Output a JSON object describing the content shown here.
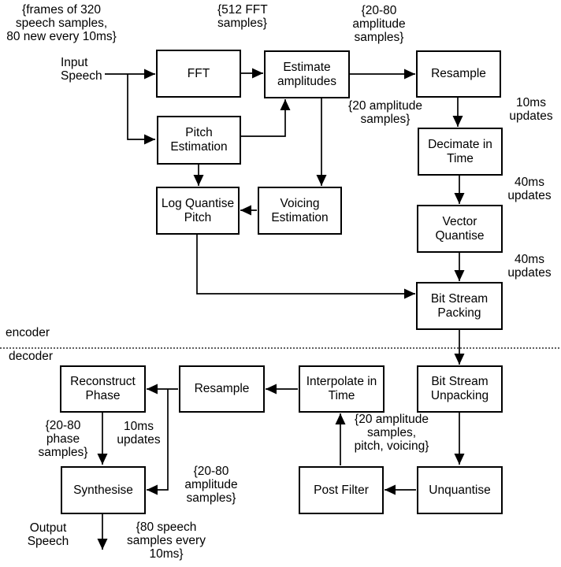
{
  "sections": {
    "encoder": "encoder",
    "decoder": "decoder"
  },
  "io": {
    "input": "Input\nSpeech",
    "output": "Output\nSpeech"
  },
  "blocks": {
    "fft": "FFT",
    "estimate_amplitudes": "Estimate\namplitudes",
    "resample_enc": "Resample",
    "pitch_estimation": "Pitch\nEstimation",
    "decimate_in_time": "Decimate in\nTime",
    "log_quantise_pitch": "Log Quantise\nPitch",
    "voicing_estimation": "Voicing\nEstimation",
    "vector_quantise": "Vector\nQuantise",
    "bit_stream_packing": "Bit Stream\nPacking",
    "reconstruct_phase": "Reconstruct\nPhase",
    "resample_dec": "Resample",
    "interpolate_in_time": "Interpolate in\nTime",
    "bit_stream_unpacking": "Bit Stream\nUnpacking",
    "synthesise": "Synthesise",
    "post_filter": "Post Filter",
    "unquantise": "Unquantise"
  },
  "annotations": {
    "input_frames": "{frames of 320\nspeech samples,\n80 new every 10ms}",
    "fft_samples": "{512 FFT\nsamples}",
    "amplitude_20_80_top": "{20-80\namplitude\nsamples}",
    "amplitude_20": "{20 amplitude\nsamples}",
    "updates_10ms_enc": "10ms\nupdates",
    "updates_40ms_1": "40ms\nupdates",
    "updates_40ms_2": "40ms\nupdates",
    "phase_20_80": "{20-80\nphase\nsamples}",
    "updates_10ms_dec": "10ms\nupdates",
    "amplitude_pitch_voicing": "{20 amplitude\nsamples,\npitch, voicing}",
    "amplitude_20_80_bottom": "{20-80\namplitude\nsamples}",
    "speech_80": "{80 speech\nsamples every\n10ms}"
  }
}
